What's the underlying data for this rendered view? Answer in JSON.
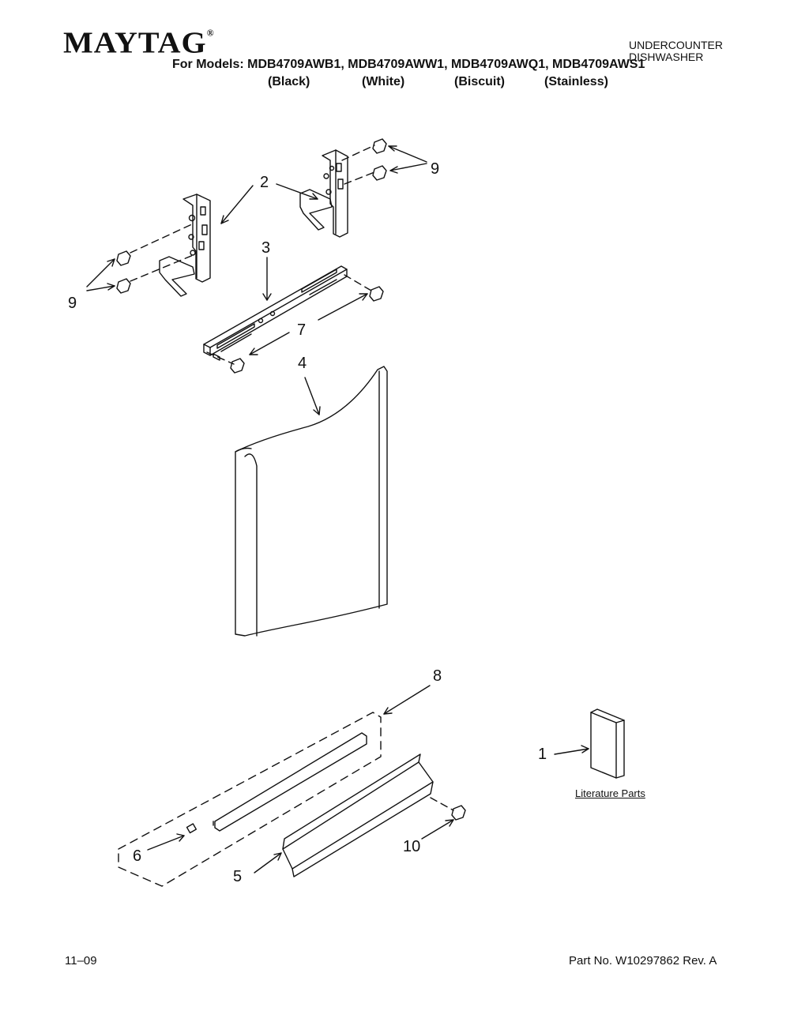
{
  "header": {
    "brand": "MAYTAG",
    "brand_mark": "®",
    "models_line": "For Models: MDB4709AWB1, MDB4709AWW1, MDB4709AWQ1, MDB4709AWS1",
    "colors": [
      "(Black)",
      "(White)",
      "(Biscuit)",
      "(Stainless)"
    ],
    "appliance_line1": "UNDERCOUNTER",
    "appliance_line2": "DISHWASHER"
  },
  "callouts": {
    "c1": "1",
    "c2": "2",
    "c3": "3",
    "c4": "4",
    "c5": "5",
    "c6": "6",
    "c7": "7",
    "c8": "8",
    "c9a": "9",
    "c9b": "9",
    "c10": "10"
  },
  "literature_label": "Literature Parts",
  "footer": {
    "date": "11–09",
    "part_no": "Part No. W10297862 Rev. A"
  }
}
